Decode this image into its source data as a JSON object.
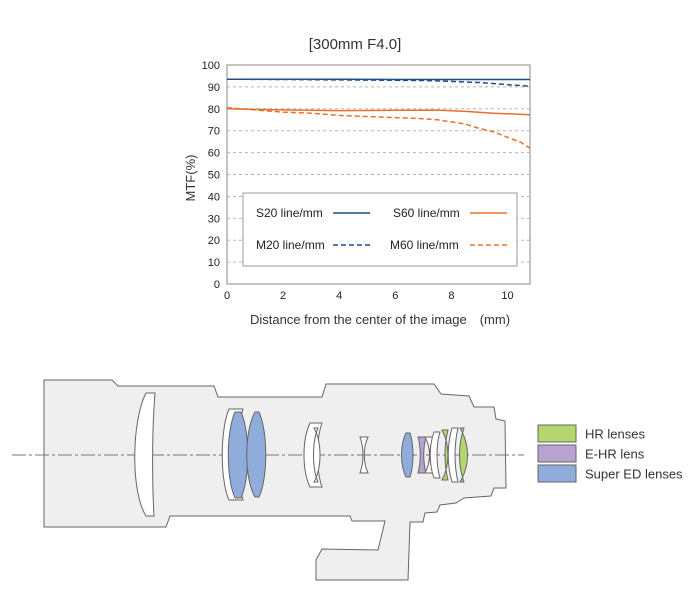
{
  "chart_data": {
    "type": "line",
    "title": "[300mm F4.0]",
    "xlabel": "Distance from the center of the image　(mm)",
    "ylabel": "MTF(%)",
    "xlim": [
      0,
      10.8
    ],
    "ylim": [
      0,
      100
    ],
    "x_ticks": [
      "0",
      "2",
      "4",
      "6",
      "8",
      "10"
    ],
    "y_ticks": [
      "0",
      "10",
      "20",
      "30",
      "40",
      "50",
      "60",
      "70",
      "80",
      "90",
      "100"
    ],
    "grid": "horizontal-dashed",
    "legend_position": "inside-lower-center",
    "series": [
      {
        "name": "S20 line/mm",
        "color": "#1f4e8c",
        "dash": false,
        "x": [
          0,
          2,
          4,
          6,
          8,
          10,
          10.8
        ],
        "y": [
          93.5,
          93.5,
          93.5,
          93.4,
          93.4,
          93.4,
          93.4
        ]
      },
      {
        "name": "M20 line/mm",
        "color": "#1f4e8c",
        "dash": true,
        "x": [
          0,
          2,
          4,
          6,
          7,
          8,
          9,
          10,
          10.8
        ],
        "y": [
          93.5,
          93.4,
          93.2,
          93,
          92.9,
          92.5,
          92,
          91,
          90.3
        ]
      },
      {
        "name": "S60 line/mm",
        "color": "#e8702a",
        "dash": false,
        "x": [
          0,
          2,
          4,
          6,
          7.5,
          8.5,
          9.5,
          10.8
        ],
        "y": [
          80,
          79.5,
          79.2,
          79.3,
          79.4,
          78.8,
          78.0,
          77.3
        ]
      },
      {
        "name": "M60 line/mm",
        "color": "#e8702a",
        "dash": true,
        "x": [
          0,
          1,
          2,
          3,
          4,
          5,
          6,
          7,
          7.5,
          8,
          8.5,
          9,
          9.5,
          10,
          10.5,
          10.8
        ],
        "y": [
          80.5,
          79.5,
          78.5,
          78,
          77,
          76.5,
          76,
          75.5,
          75,
          74,
          73,
          71,
          69.5,
          67,
          64.5,
          62
        ]
      }
    ]
  },
  "legend_lenses": [
    {
      "label": "HR lenses",
      "color": "#b5d66e"
    },
    {
      "label": "E-HR lens",
      "color": "#b8a2cf"
    },
    {
      "label": "Super ED lenses",
      "color": "#8facdb"
    }
  ]
}
